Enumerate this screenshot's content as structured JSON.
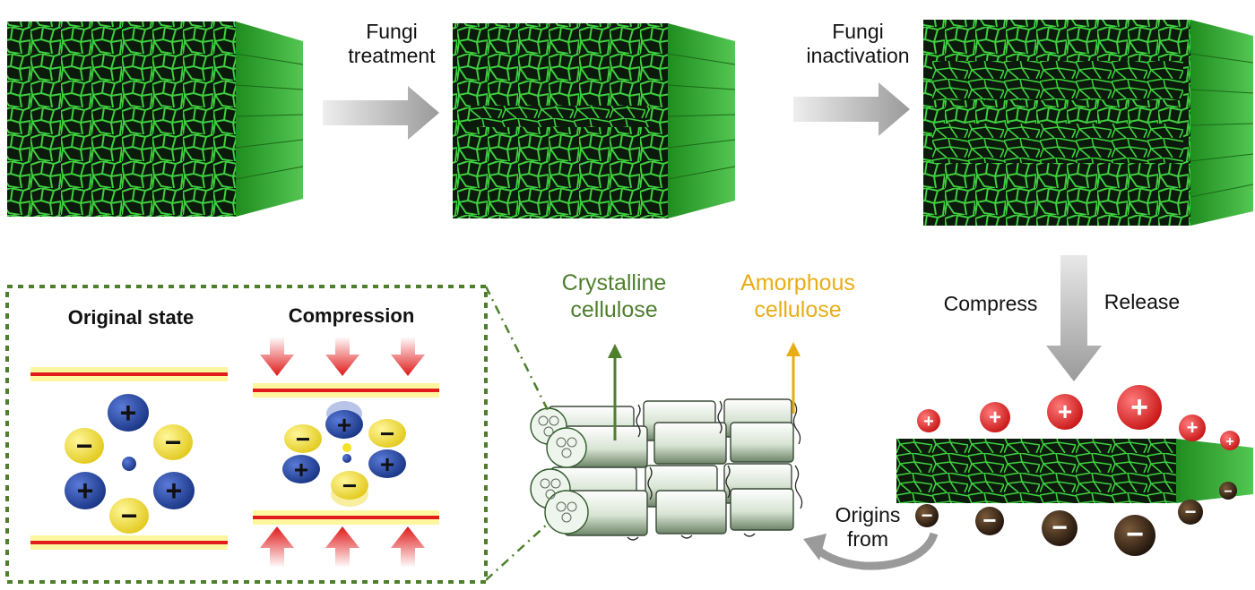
{
  "steps": {
    "fungi_treatment": "Fungi\ntreatment",
    "fungi_inactivation": "Fungi\ninactivation"
  },
  "mechanism": {
    "compress": "Compress",
    "release": "Release",
    "origins_from": "Origins\nfrom"
  },
  "cellulose": {
    "crystalline": "Crystalline\ncellulose",
    "amorphous": "Amorphous\ncellulose"
  },
  "inset": {
    "original_state": "Original state",
    "compression": "Compression"
  },
  "charge_glyphs": {
    "plus": "+",
    "minus": "−"
  },
  "colors": {
    "wood_green": "#36b336",
    "wood_dark": "#0a1a0a",
    "crystalline_green": "#4e7f2c",
    "amorphous_gold": "#e8ad16",
    "cation_red": "#d81818",
    "anion_dark": "#2b1a10",
    "ion_blue": "#1a3a9a",
    "ion_yellow": "#f3e226",
    "electrode_red": "#e21c1c",
    "inset_border": "#4e7f2c"
  }
}
